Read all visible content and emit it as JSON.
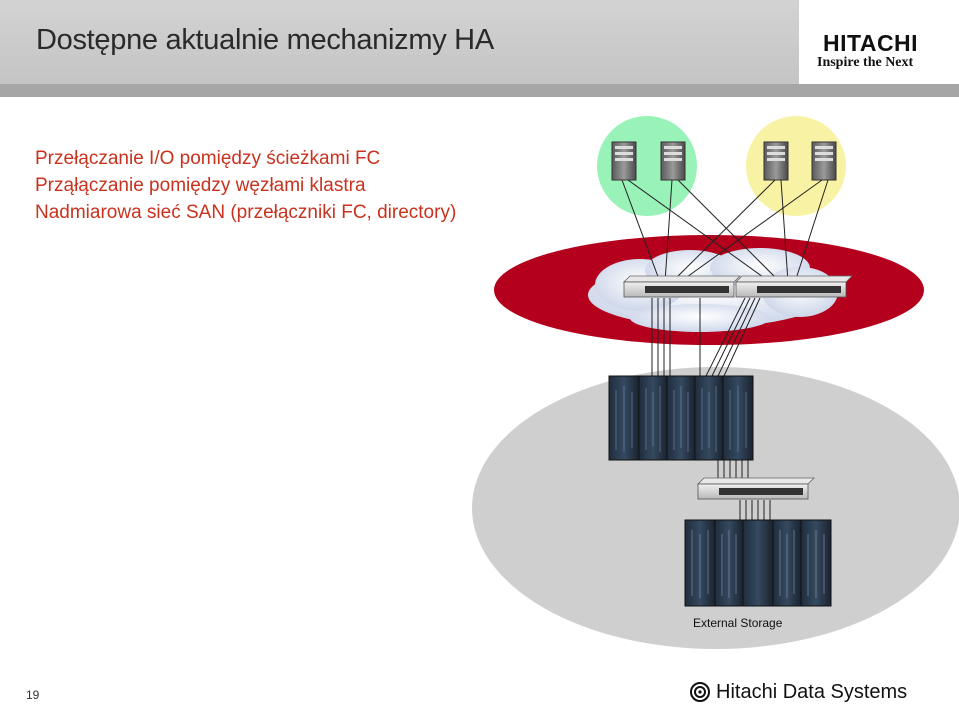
{
  "header": {
    "title": "Dostępne aktualnie mechanizmy HA",
    "logo_name": "HITACHI",
    "logo_tagline": "Inspire the Next"
  },
  "bullets": [
    "Przełączanie I/O pomiędzy ścieżkami FC",
    "Prząłączanie pomiędzy węzłami klastra",
    "Nadmiarowa sieć SAN (przełączniki FC, directory)"
  ],
  "diagram": {
    "storage_label": "External Storage",
    "colors": {
      "cluster_left": "#99f2b8",
      "cluster_right": "#f8f3a4",
      "san": "#b4001c",
      "storage_zone": "#cfcfcf"
    }
  },
  "footer": {
    "page_number": "19",
    "company": "Hitachi Data Systems"
  }
}
